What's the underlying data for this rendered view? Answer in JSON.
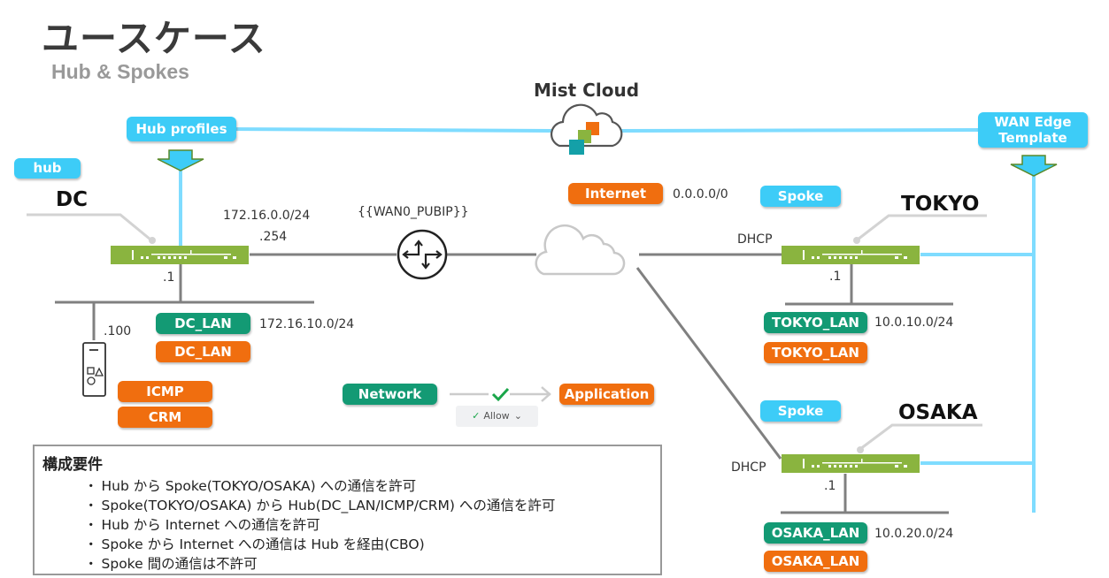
{
  "header": {
    "title": "ユースケース",
    "subtitle": "Hub & Spokes"
  },
  "mist_cloud": {
    "label": "Mist Cloud"
  },
  "templates": {
    "hub_profiles": "Hub profiles",
    "wan_edge_template": "WAN Edge Template"
  },
  "hub_site": {
    "role": "hub",
    "name": "DC",
    "wan_subnet": "172.16.0.0/24",
    "wan_ip": ".254",
    "lan_ip": ".1",
    "server_ip": ".100",
    "network_tag": "DC_LAN",
    "network_subnet": "172.16.10.0/24",
    "application_tags": [
      "DC_LAN",
      "ICMP",
      "CRM"
    ]
  },
  "router": {
    "label": "{{WAN0_PUBIP}}"
  },
  "internet": {
    "tag": "Internet",
    "subnet": "0.0.0.0/0"
  },
  "policy_legend": {
    "network": "Network",
    "application": "Application",
    "action": "Allow"
  },
  "spokes": [
    {
      "role": "Spoke",
      "name": "TOKYO",
      "wan": "DHCP",
      "lan_ip": ".1",
      "network_tag": "TOKYO_LAN",
      "network_subnet": "10.0.10.0/24",
      "application_tag": "TOKYO_LAN"
    },
    {
      "role": "Spoke",
      "name": "OSAKA",
      "wan": "DHCP",
      "lan_ip": ".1",
      "network_tag": "OSAKA_LAN",
      "network_subnet": "10.0.20.0/24",
      "application_tag": "OSAKA_LAN"
    }
  ],
  "requirements": {
    "title": "構成要件",
    "items": [
      "Hub から Spoke(TOKYO/OSAKA) への通信を許可",
      "Spoke(TOKYO/OSAKA) から Hub(DC_LAN/ICMP/CRM) への通信を許可",
      "Hub から Internet への通信を許可",
      "Spoke から Internet への通信は Hub を経由(CBO)",
      "Spoke 間の通信は不許可"
    ]
  },
  "colors": {
    "template_blue": "#3dccf7",
    "mgmt_line": "#7fdcff",
    "network_green": "#139a74",
    "application_orange": "#f06e0f",
    "device_green": "#8ab43f",
    "wire_gray": "#808080"
  }
}
